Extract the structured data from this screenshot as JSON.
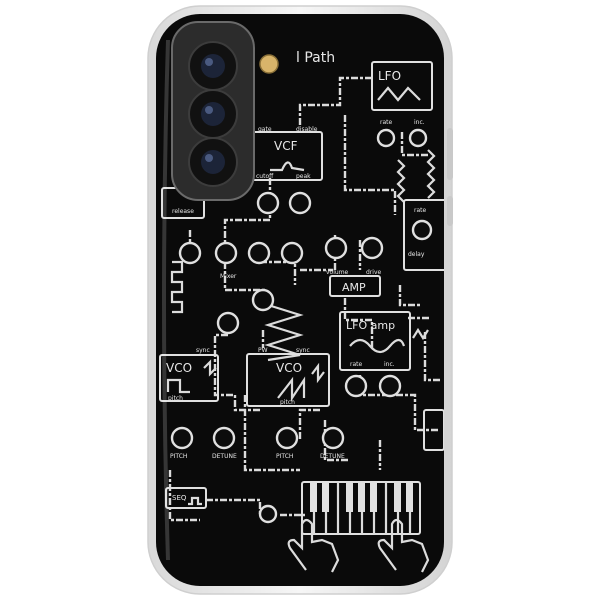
{
  "print": {
    "title": "l Path",
    "modules": {
      "lfo_top": {
        "title": "LFO",
        "knobs": [
          "rate",
          "inc."
        ]
      },
      "vcf": {
        "title": "VCF",
        "inputs": [
          "gate",
          "disable"
        ],
        "knobs": [
          "cutoff",
          "peak"
        ]
      },
      "release": {
        "label": "release"
      },
      "mixer": {
        "label": "Mixer"
      },
      "amp": {
        "title": "AMP",
        "knobs": [
          "volume",
          "drive"
        ]
      },
      "delay": {
        "knobs": [
          "rate",
          "delay"
        ]
      },
      "lfo_amp": {
        "title": "LFO amp",
        "knobs": [
          "rate",
          "inc."
        ]
      },
      "vco_left": {
        "title": "VCO",
        "inputs": [
          "sync"
        ],
        "knobs": [
          "pitch"
        ]
      },
      "vco_mid": {
        "title": "VCO",
        "inputs": [
          "PW",
          "sync"
        ],
        "knobs": [
          "pitch"
        ]
      },
      "vco_left_bottom": {
        "knobs": [
          "PITCH",
          "DETUNE"
        ]
      },
      "vco_mid_bottom": {
        "knobs": [
          "PITCH",
          "DETUNE"
        ]
      },
      "seq": {
        "label": "SEQ"
      }
    }
  },
  "colors": {
    "case_black": "#0a0a0a",
    "print_white": "#e4e4e4",
    "camera_glass": "#1c2438",
    "flash_gold": "#d8b46a",
    "background": "#ffffff"
  },
  "icons": {
    "camera": "camera-lens-icon",
    "flash": "flash-icon",
    "hands": "pointing-hand-icon"
  }
}
